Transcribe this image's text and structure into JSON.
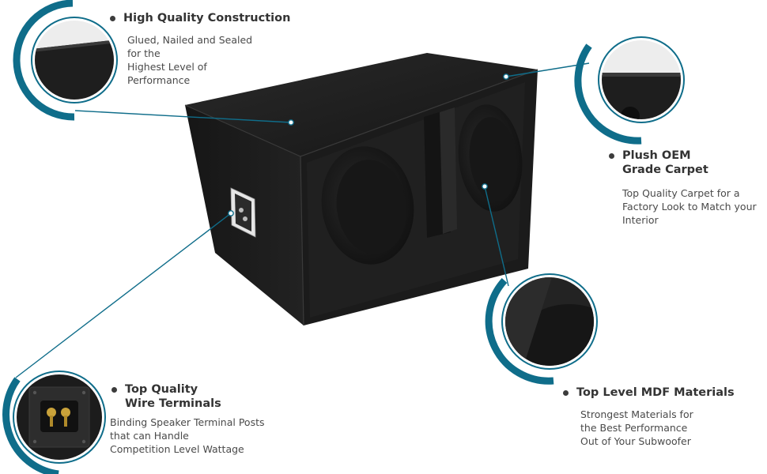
{
  "colors": {
    "accent": "#0f6d8a",
    "heading": "#333333",
    "body_text": "#4a4a4a",
    "box": "#1d1d1d",
    "box_edge": "#3a3a3a"
  },
  "features": [
    {
      "id": "construction",
      "title_lines": [
        "High Quality Construction"
      ],
      "desc_lines": [
        "Glued, Nailed and Sealed",
        "for the",
        "Highest Level of",
        "Performance"
      ]
    },
    {
      "id": "carpet",
      "title_lines": [
        "Plush OEM",
        "Grade Carpet"
      ],
      "desc_lines": [
        "Top Quality Carpet for a",
        "Factory Look to Match your",
        "Interior"
      ]
    },
    {
      "id": "mdf",
      "title_lines": [
        "Top Level MDF Materials"
      ],
      "desc_lines": [
        "Strongest Materials for",
        "the Best Performance",
        "Out of  Your Subwoofer"
      ]
    },
    {
      "id": "terminals",
      "title_lines": [
        "Top Quality",
        "Wire Terminals"
      ],
      "desc_lines": [
        "Binding Speaker Terminal Posts",
        "that can Handle",
        "Competition Level Wattage"
      ]
    }
  ],
  "icons": {
    "zoom_construction": "carpet-corner-closeup-icon",
    "zoom_carpet": "carpet-edge-closeup-icon",
    "zoom_mdf": "mdf-port-closeup-icon",
    "zoom_terminals": "terminal-cup-closeup-icon",
    "product": "dual-subwoofer-enclosure"
  }
}
